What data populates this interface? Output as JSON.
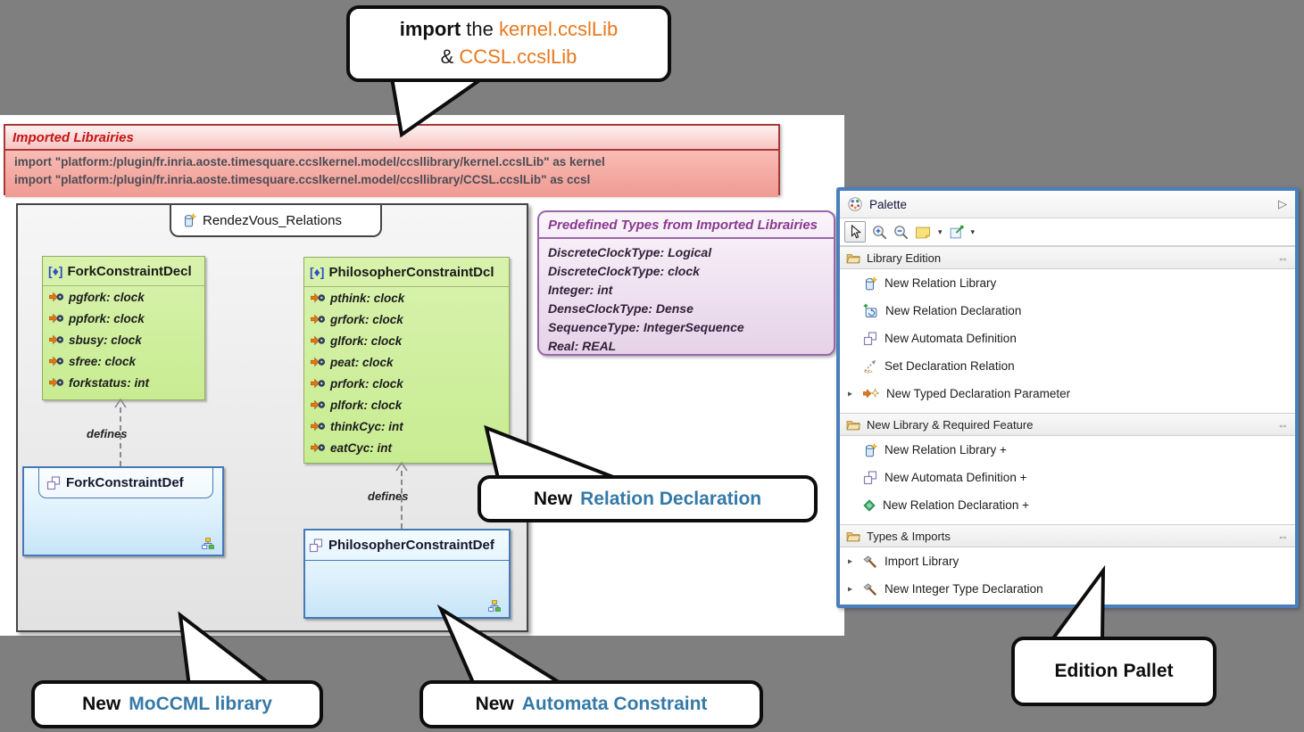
{
  "colors": {
    "accent_orange": "#e8781e",
    "callout_blue": "#3579a8",
    "palette_border_blue": "#4a7ebd",
    "decl_green_fill": "#cdee9e",
    "def_blue_border": "#4579b8",
    "banner_red_border": "#a83939",
    "purple_border": "#9a66a8"
  },
  "icons": {
    "class_marker": "[♦]",
    "collapse_right": "▷",
    "pin_double_arrow": "⇔",
    "expand_right": "▸",
    "dropdown": "▾"
  },
  "callouts": {
    "import_note": {
      "keyword": "import",
      "middle": " the ",
      "lib1": "kernel.ccslLib",
      "amp": "& ",
      "lib2": "CCSL.ccslLib"
    },
    "new_relation_declaration": {
      "prefix": "New",
      "label": "Relation Declaration"
    },
    "new_moccml_library": {
      "prefix": "New",
      "label": "MoCCML library"
    },
    "new_automata_constraint": {
      "prefix": "New",
      "label": "Automata Constraint"
    },
    "edition_pallet": {
      "label": "Edition Pallet"
    }
  },
  "imported_libraries": {
    "title": "Imported Librairies",
    "lines": [
      "import \"platform:/plugin/fr.inria.aoste.timesquare.ccslkernel.model/ccsllibrary/kernel.ccslLib\" as kernel",
      "import \"platform:/plugin/fr.inria.aoste.timesquare.ccslkernel.model/ccsllibrary/CCSL.ccslLib\" as ccsl"
    ]
  },
  "diagram": {
    "title": "RendezVous_Relations",
    "edge_label": "defines",
    "decl_classes": [
      {
        "name": "ForkConstraintDecl",
        "attrs": [
          "pgfork: clock",
          "ppfork: clock",
          "sbusy: clock",
          "sfree: clock",
          "forkstatus: int"
        ]
      },
      {
        "name": "PhilosopherConstraintDcl",
        "attrs": [
          "pthink: clock",
          "grfork: clock",
          "glfork: clock",
          "peat: clock",
          "prfork: clock",
          "plfork: clock",
          "thinkCyc: int",
          "eatCyc: int"
        ]
      }
    ],
    "def_classes": [
      {
        "name": "ForkConstraintDef"
      },
      {
        "name": "PhilosopherConstraintDef"
      }
    ]
  },
  "predefined_types": {
    "title": "Predefined Types from Imported Librairies",
    "lines": [
      "DiscreteClockType: Logical",
      "DiscreteClockType: clock",
      "Integer: int",
      "DenseClockType: Dense",
      "SequenceType: IntegerSequence",
      "Real: REAL"
    ]
  },
  "palette": {
    "title": "Palette",
    "sections": [
      {
        "label": "Library Edition",
        "items": [
          {
            "label": "New Relation Library"
          },
          {
            "label": "New Relation Declaration"
          },
          {
            "label": "New Automata Definition"
          },
          {
            "label": "Set Declaration Relation"
          },
          {
            "label": "New Typed Declaration Parameter"
          }
        ]
      },
      {
        "label": "New Library & Required Feature",
        "items": [
          {
            "label": "New Relation Library +"
          },
          {
            "label": "New Automata Definition +"
          },
          {
            "label": "New Relation Declaration +"
          }
        ]
      },
      {
        "label": "Types & Imports",
        "items": [
          {
            "label": "Import Library"
          },
          {
            "label": "New Integer Type Declaration"
          }
        ]
      }
    ]
  }
}
